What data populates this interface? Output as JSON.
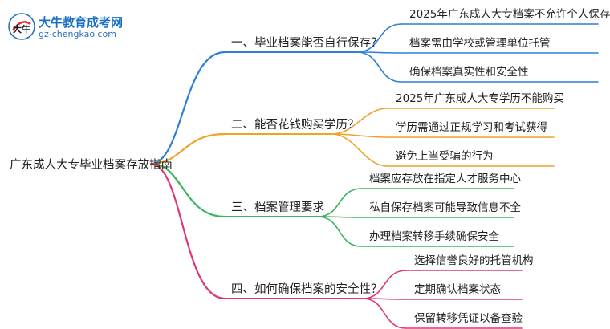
{
  "logo": {
    "title": "大牛教育成考网",
    "url": "gz-chengkao.com",
    "mark_text": "大牛"
  },
  "mindmap": {
    "root": "广东成人大专毕业档案存放指南",
    "branches": [
      {
        "label": "一、毕业档案能否自行保存？",
        "color": "#2f7fd8",
        "leaves": [
          "2025年广东成人大专档案不允许个人保存",
          "档案需由学校或管理单位托管",
          "确保档案真实性和安全性"
        ]
      },
      {
        "label": "二、能否花钱购买学历？",
        "color": "#f0a22a",
        "leaves": [
          "2025年广东成人大专学历不能购买",
          "学历需通过正规学习和考试获得",
          "避免上当受骗的行为"
        ]
      },
      {
        "label": "三、档案管理要求",
        "color": "#3bb55a",
        "leaves": [
          "档案应存放在指定人才服务中心",
          "私自保存档案可能导致信息不全",
          "办理档案转移手续确保安全"
        ]
      },
      {
        "label": "四、如何确保档案的安全性？",
        "color": "#e0357a",
        "leaves": [
          "选择信誉良好的托管机构",
          "定期确认档案状态",
          "保留转移凭证以备查验"
        ]
      }
    ]
  }
}
